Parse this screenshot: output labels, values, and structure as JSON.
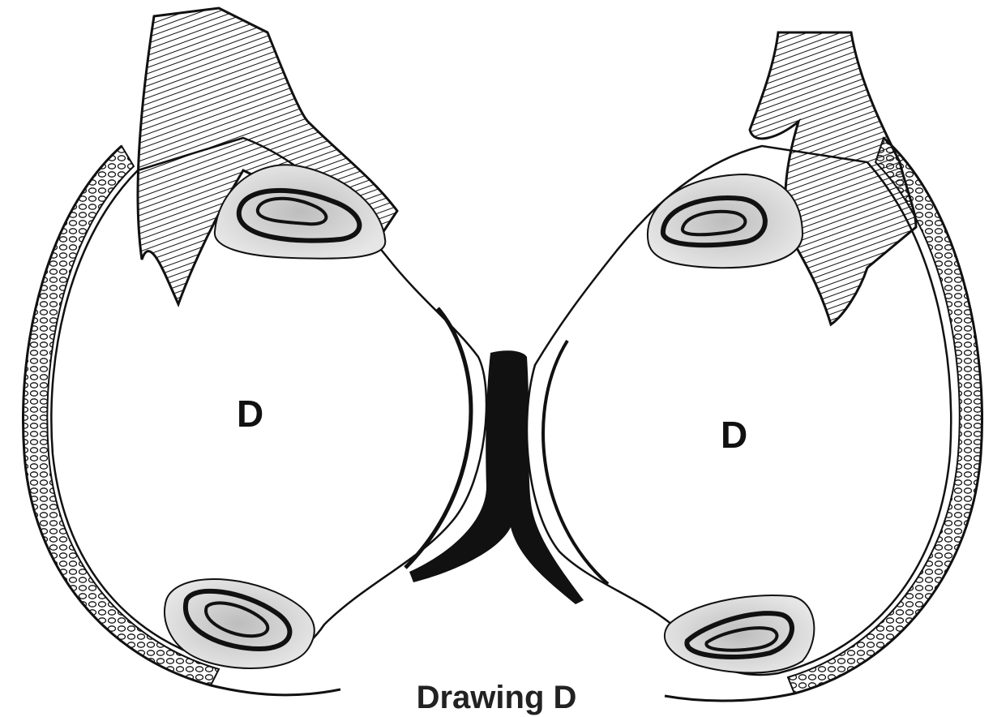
{
  "caption": "Drawing D",
  "labels": {
    "left_region": "D",
    "right_region": "D"
  },
  "colors": {
    "ink": "#111111",
    "shade": "#cfcfcf",
    "background": "#ffffff"
  }
}
